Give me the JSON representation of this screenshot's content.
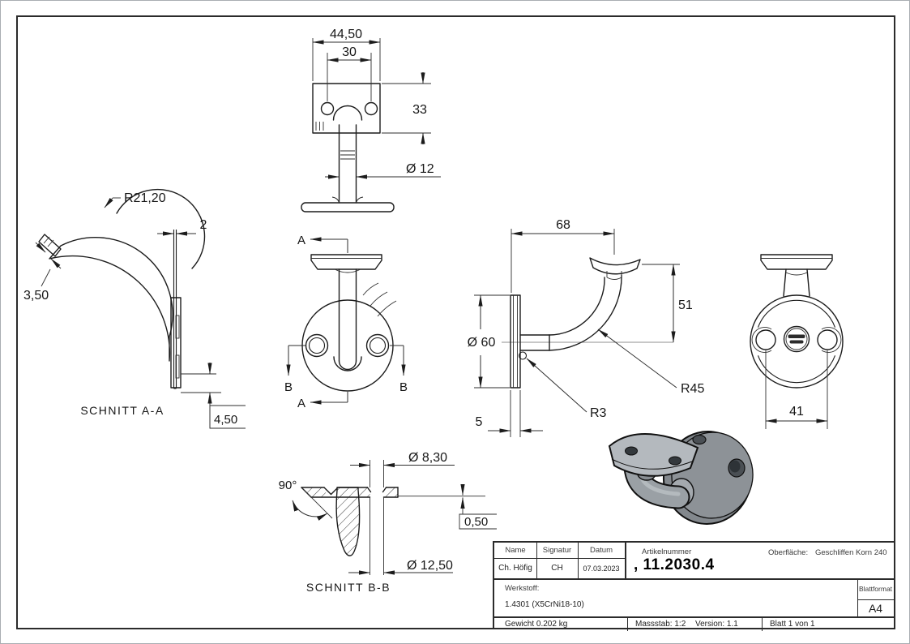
{
  "sheet": {
    "views": {
      "top_view": {
        "dim_overall_width": "44,50",
        "dim_hole_spacing": "30",
        "dim_plate_height": "33",
        "dim_stem_diameter": "Ø 12"
      },
      "section_a_a": {
        "label": "SCHNITT A-A",
        "dim_saddle_radius": "R21,20",
        "dim_plate_thickness": "2",
        "dim_lip_width": "3,50",
        "dim_step": "4,50"
      },
      "front_view": {
        "section_mark_a": "A",
        "section_mark_b": "B"
      },
      "side_view": {
        "dim_projection": "68",
        "dim_height": "51",
        "dim_plate_diameter": "Ø 60",
        "dim_plate_thickness": "5",
        "dim_fillet_radius": "R3",
        "dim_arm_radius": "R45"
      },
      "rear_view": {
        "dim_hole_spacing": "41"
      },
      "section_b_b": {
        "label": "SCHNITT B-B",
        "dim_countersink_angle": "90°",
        "dim_hole_diameter": "Ø 8,30",
        "dim_step": "0,50",
        "dim_countersink_diameter": "Ø 12,50"
      }
    },
    "title_block": {
      "name_label": "Name",
      "signature_label": "Signatur",
      "date_label": "Datum",
      "name_value": "Ch. Höfig",
      "signature_value": "CH",
      "date_value": "07.03.2023",
      "article_label": "Artikelnummer",
      "article_value": ", 11.2030.4",
      "surface_label": "Oberfläche:",
      "surface_value": "Geschliffen Korn 240",
      "material_label": "Werkstoff:",
      "material_value": "1.4301 (X5CrNi18-10)",
      "sheet_format_label": "Blattformat",
      "sheet_format_value": "A4",
      "weight": "Gewicht 0.202 kg",
      "scale": "Massstab: 1:2",
      "version": "Version: 1.1",
      "sheet_number": "Blatt 1 von 1"
    },
    "colors": {
      "line": "#1c1c1c",
      "steel_light": "#b4b9be",
      "steel_mid": "#9aa0a5",
      "steel_dark": "#83888d"
    }
  }
}
